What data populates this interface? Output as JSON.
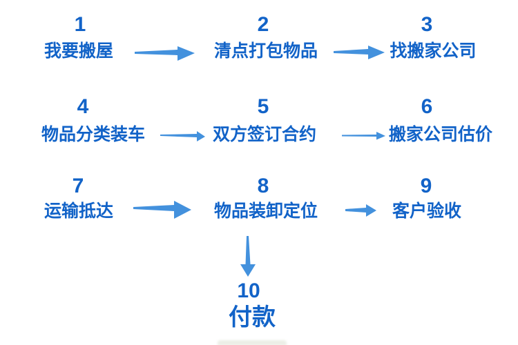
{
  "diagram": {
    "type": "flowchart",
    "background": "#ffffff"
  },
  "colors": {
    "text": "#1263c8",
    "arrow": "#4391dd"
  },
  "steps": [
    {
      "number": "1",
      "label": "我要搬屋"
    },
    {
      "number": "2",
      "label": "清点打包物品"
    },
    {
      "number": "3",
      "label": "找搬家公司"
    },
    {
      "number": "4",
      "label": "物品分类装车"
    },
    {
      "number": "5",
      "label": "双方签订合约"
    },
    {
      "number": "6",
      "label": "搬家公司估价"
    },
    {
      "number": "7",
      "label": "运输抵达"
    },
    {
      "number": "8",
      "label": "物品装卸定位"
    },
    {
      "number": "9",
      "label": "客户验收"
    },
    {
      "number": "10",
      "label": "付款"
    }
  ],
  "connections": [
    {
      "from": "1",
      "to": "2",
      "direction": "right"
    },
    {
      "from": "2",
      "to": "3",
      "direction": "right"
    },
    {
      "from": "4",
      "to": "5",
      "direction": "right"
    },
    {
      "from": "5",
      "to": "6",
      "direction": "right"
    },
    {
      "from": "7",
      "to": "8",
      "direction": "right"
    },
    {
      "from": "8",
      "to": "9",
      "direction": "right"
    },
    {
      "from": "8",
      "to": "10",
      "direction": "down"
    }
  ]
}
